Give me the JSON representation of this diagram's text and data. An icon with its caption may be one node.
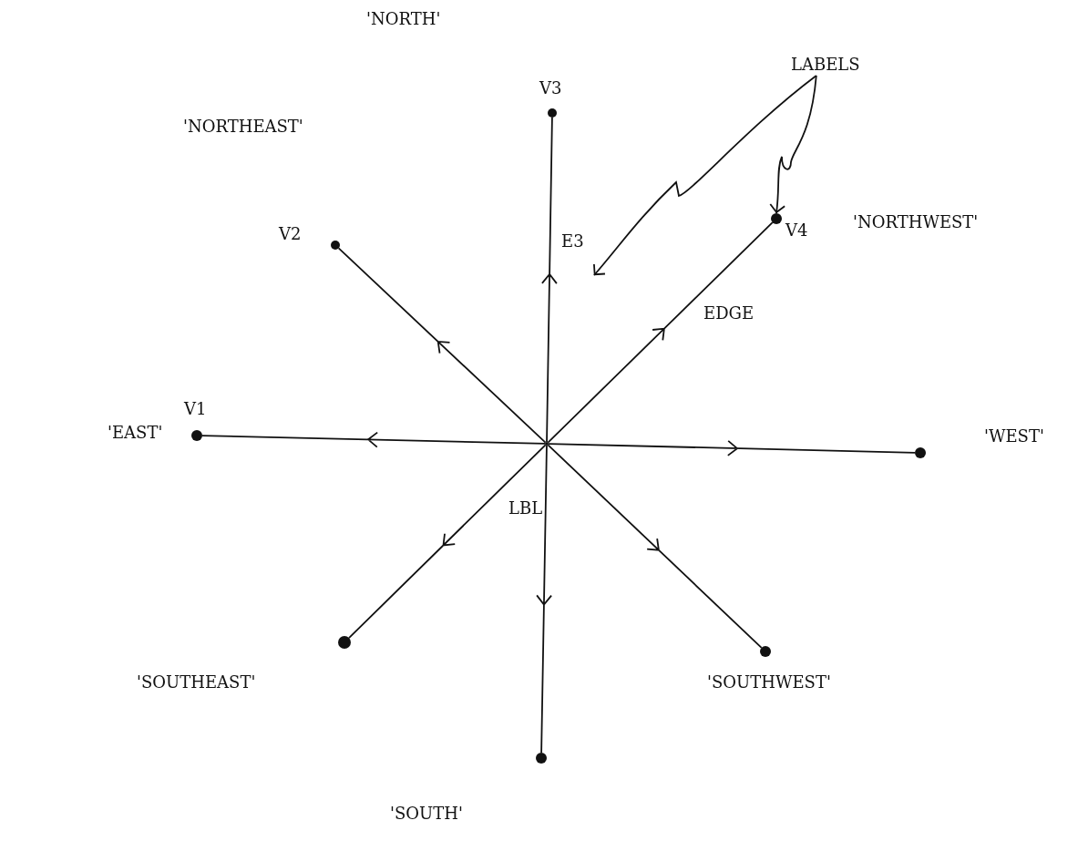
{
  "diagram": {
    "nodes": [
      {
        "text": [
          "LABELS"
        ]
      },
      {
        "text": [],
        "shape": "circle",
        "beside": [
          "V3"
        ]
      },
      {
        "text": [],
        "shape": "circle",
        "beside": [
          "V2"
        ]
      },
      {
        "text": [],
        "shape": "circle",
        "beside": [
          "V4"
        ]
      },
      {
        "text": [],
        "shape": "circle",
        "beside": [
          "V1"
        ]
      },
      {
        "text": [],
        "shape": "circle"
      },
      {
        "text": [],
        "shape": "circle"
      },
      {
        "text": [],
        "shape": "circle"
      },
      {
        "text": [],
        "shape": "circle"
      },
      {
        "text": [],
        "shape": "circle"
      }
    ],
    "edges": [
      {
        "from": 5,
        "to": 1,
        "arrow": "to",
        "label": "E3"
      },
      {
        "from": 5,
        "to": 2,
        "arrow": "to"
      },
      {
        "from": 5,
        "to": 3,
        "arrow": "to",
        "label": "EDGE"
      },
      {
        "from": 5,
        "to": 4,
        "arrow": "to"
      },
      {
        "from": 5,
        "to": 6,
        "arrow": "to"
      },
      {
        "from": 5,
        "to": 7,
        "arrow": "to"
      },
      {
        "from": 5,
        "to": 9,
        "arrow": "to",
        "label": "LBL"
      },
      {
        "from": 5,
        "to": 8,
        "arrow": "to"
      },
      {
        "from": 0,
        "to": null,
        "arrow": "to"
      },
      {
        "from": 0,
        "to": 3,
        "arrow": "to"
      }
    ],
    "labels": [
      "'NORTH'",
      "'NORTHEAST'",
      "'NORTHWEST'",
      "'EAST'",
      "'WEST'",
      "'SOUTHEAST'",
      "'SOUTHWEST'",
      "'SOUTH'"
    ]
  }
}
